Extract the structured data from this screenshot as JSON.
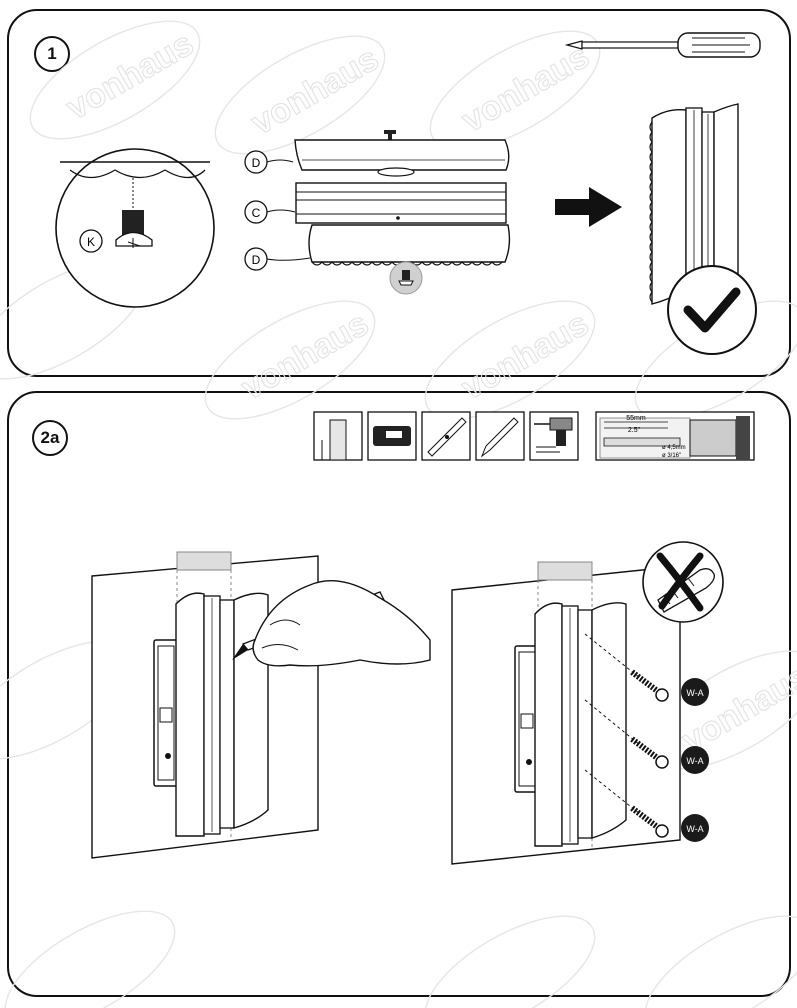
{
  "step1": {
    "number": "1",
    "labels": {
      "top_cap": "D",
      "core": "C",
      "bottom_cap": "D",
      "screw": "K"
    }
  },
  "step2a": {
    "number": "2a",
    "drill_spec": {
      "depth_mm": "55mm",
      "depth_in": "2.5\"",
      "diameter_mm": "ø 4,5mm",
      "diameter_in": "ø 3/16\""
    },
    "screw_label": "W-A"
  },
  "watermark": "vonhaus",
  "colors": {
    "ink": "#111111",
    "light_gray": "#d9d9d9",
    "mid_gray": "#b3b3b3",
    "badge_dark": "#1a1a1a"
  }
}
